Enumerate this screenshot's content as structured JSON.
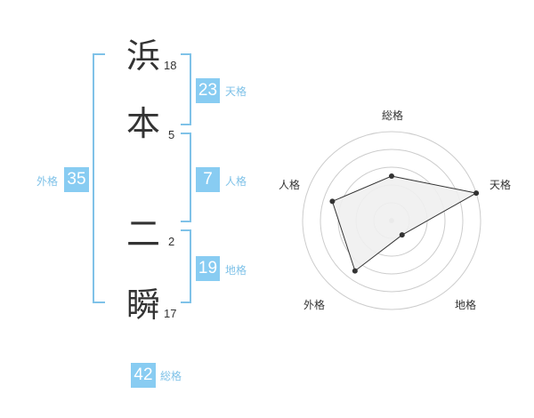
{
  "name": {
    "chars": [
      {
        "char": "浜",
        "strokes": "18"
      },
      {
        "char": "本",
        "strokes": "5"
      },
      {
        "char": "二",
        "strokes": "2"
      },
      {
        "char": "瞬",
        "strokes": "17"
      }
    ]
  },
  "kaku": {
    "ten": {
      "value": "23",
      "label": "天格"
    },
    "jin": {
      "value": "7",
      "label": "人格"
    },
    "chi": {
      "value": "19",
      "label": "地格"
    },
    "gai": {
      "value": "35",
      "label": "外格"
    },
    "sou": {
      "value": "42",
      "label": "総格"
    }
  },
  "chart_data": {
    "type": "radar",
    "axes": [
      "総格",
      "天格",
      "地格",
      "外格",
      "人格"
    ],
    "values": [
      2.5,
      5,
      1,
      3.5,
      3.5
    ],
    "range": [
      0,
      5
    ],
    "rings": 5,
    "colors": {
      "fill": "#f0f0f0",
      "line": "#333333",
      "grid": "#cccccc",
      "center": "#bbbbbb"
    }
  },
  "colors": {
    "accent": "#88ccf2",
    "bracket": "#7fc2e8",
    "text": "#333333"
  }
}
